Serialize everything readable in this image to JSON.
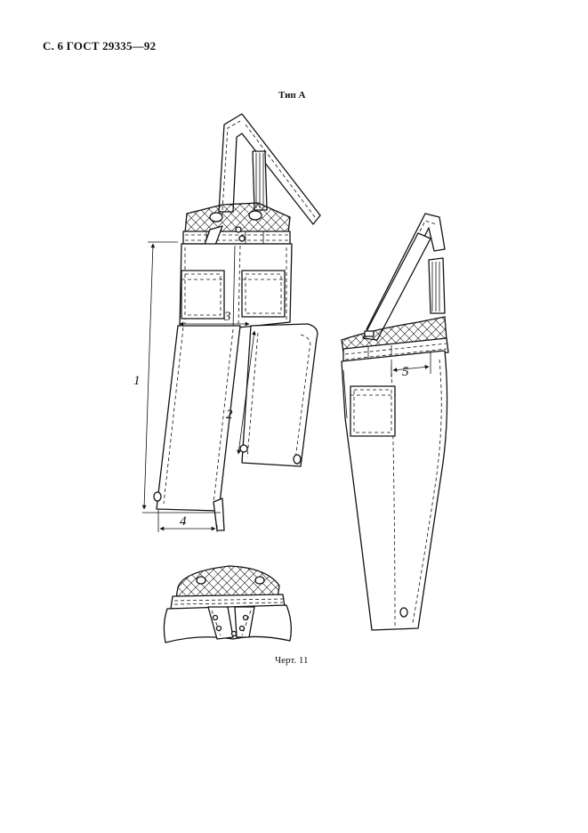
{
  "header": {
    "text": "С. 6 ГОСТ 29335—92"
  },
  "figure": {
    "type_label": "Тип А",
    "caption": "Черт. 11",
    "dimension_labels": [
      "1",
      "2",
      "3",
      "4",
      "5"
    ]
  }
}
